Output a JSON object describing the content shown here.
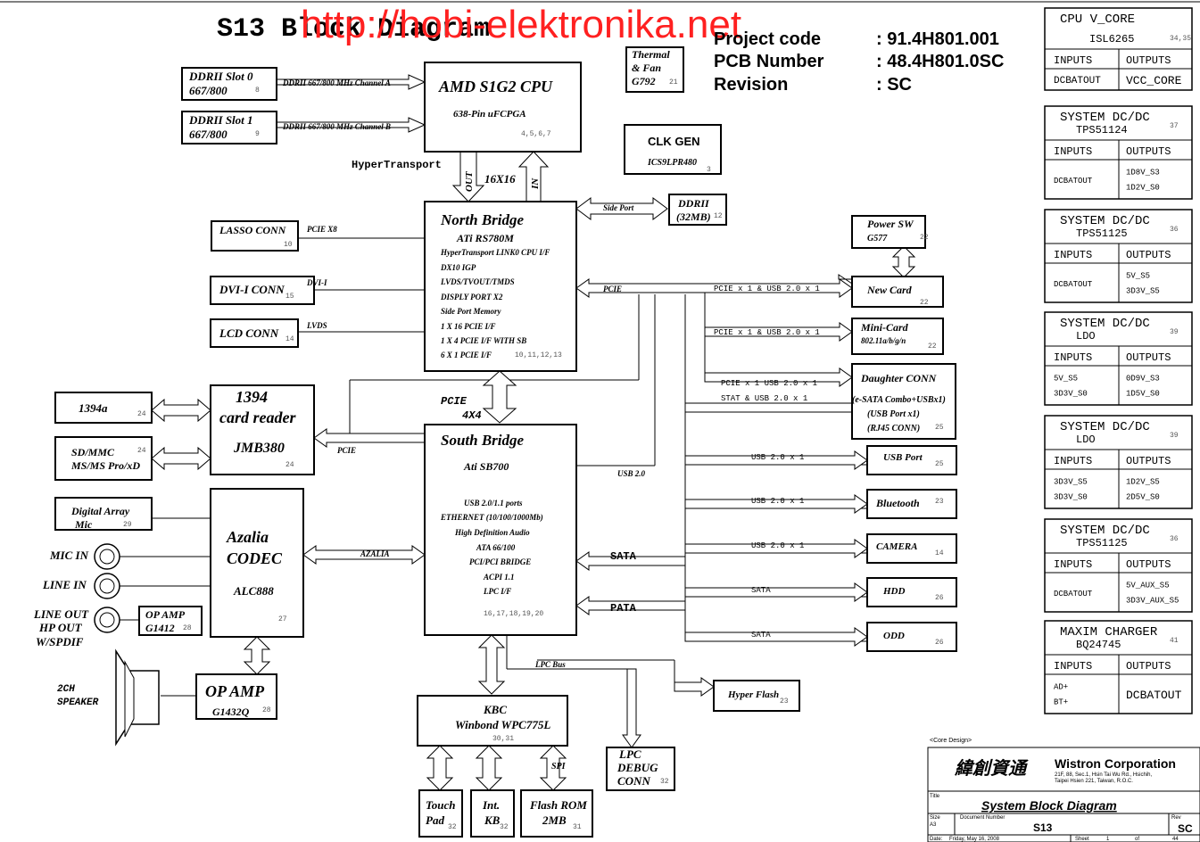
{
  "header": {
    "title": "S13 Block Diagram",
    "watermark": "http://hobi-elektronika.net",
    "project_code_label": "Project code",
    "project_code": ": 91.4H801.001",
    "pcb_label": "PCB Number",
    "pcb": ": 48.4H801.0SC",
    "revision_label": "Revision",
    "revision": ": SC"
  },
  "blocks": {
    "ddr0": {
      "l1": "DDRII    Slot 0",
      "l2": "667/800",
      "num": "8"
    },
    "ddr1": {
      "l1": "DDRII    Slot 1",
      "l2": "667/800",
      "num": "9"
    },
    "ddr_ch_a": "DDRII 667/800 MHz Channel A",
    "ddr_ch_b": "DDRII 667/800 MHz Channel B",
    "cpu": {
      "name": "AMD S1G2 CPU",
      "sub": "638-Pin  uFCPGA",
      "num": "4,5,6,7"
    },
    "thermal": {
      "l1": "Thermal",
      "l2": "& Fan",
      "l3": "G792",
      "num": "21"
    },
    "clk": {
      "name": "CLK GEN",
      "sub": "ICS9LPR480",
      "num": "3"
    },
    "ht_label": "HyperTransport",
    "out": "OUT",
    "in": "IN",
    "x16": "16X16",
    "nb": {
      "name": "North Bridge",
      "sub": "ATi  RS780M",
      "f1": "HyperTransport LINK0 CPU I/F",
      "f2": "DX10 IGP",
      "f3": "LVDS/TVOUT/TMDS",
      "f4": "DISPLY PORT X2",
      "f5": "Side Port Memory",
      "f6": "1 X 16 PCIE I/F",
      "f7": "1 X 4 PCIE I/F WITH SB",
      "f8": "6 X 1 PCIE I/F",
      "num": "10,11,12,13"
    },
    "side_port": "Side Port",
    "ddr32": {
      "l1": "DDRII",
      "l2": "(32MB)",
      "num": "12"
    },
    "lasso": {
      "name": "LASSO CONN",
      "num": "10",
      "link": "PCIE X8"
    },
    "dvi": {
      "name": "DVI-I CONN",
      "num": "15",
      "link": "DVI-I"
    },
    "lcd": {
      "name": "LCD CONN",
      "num": "14",
      "link": "LVDS"
    },
    "pcie_4x4_a": "PCIE",
    "pcie_4x4_b": "4X4",
    "pcie_nb": "PCIE",
    "sb": {
      "name": "South Bridge",
      "sub": "Ati  SB700",
      "f1": "USB 2.0/1.1 ports",
      "f2": "ETHERNET  (10/100/1000Mb)",
      "f3": "High Definition Audio",
      "f4": "ATA 66/100",
      "f5": "PCI/PCI BRIDGE",
      "f6": "ACPI 1.1",
      "f7": "LPC I/F",
      "num": "16,17,18,19,20"
    },
    "fw1394a": {
      "name": "1394a",
      "num": "24"
    },
    "cardreader": {
      "l1": "1394",
      "l2": "card reader",
      "l3": "JMB380",
      "num": "24"
    },
    "sdmmc": {
      "l1": "SD/MMC",
      "l2": "MS/MS Pro/xD",
      "num": "24"
    },
    "pcie_cr": "PCIE",
    "mic_array": {
      "l1": "Digital Array",
      "l2": "Mic",
      "num": "29"
    },
    "codec": {
      "l1": "Azalia",
      "l2": "CODEC",
      "l3": "ALC888",
      "num": "27"
    },
    "azalia_link": "AZALIA",
    "mic_in": "MIC IN",
    "line_in": "LINE IN",
    "line_out": {
      "l1": "LINE OUT",
      "l2": "HP OUT",
      "l3": "W/SPDIF"
    },
    "opamp_small": {
      "l1": "OP AMP",
      "l2": "G1412",
      "num": "28"
    },
    "opamp": {
      "l1": "OP AMP",
      "l2": "G1432Q",
      "num": "28"
    },
    "speaker": {
      "l1": "2CH",
      "l2": "SPEAKER"
    },
    "kbc": {
      "l1": "KBC",
      "l2": "Winbond WPC775L",
      "num": "30,31"
    },
    "lpc_bus": "LPC Bus",
    "hyperflash": {
      "name": "Hyper Flash",
      "num": "23"
    },
    "lpc_debug": {
      "l1": "LPC",
      "l2": "DEBUG",
      "l3": "CONN",
      "num": "32"
    },
    "touchpad": {
      "l1": "Touch",
      "l2": "Pad",
      "num": "32"
    },
    "intkb": {
      "l1": "Int.",
      "l2": "KB",
      "num": "32"
    },
    "spi": "SPI",
    "flashrom": {
      "l1": "Flash ROM",
      "l2": "2MB",
      "num": "31"
    },
    "power_sw": {
      "l1": "Power SW",
      "l2": "G577",
      "num": "22"
    },
    "new_card": {
      "name": "New Card",
      "num": "22"
    },
    "mini_card": {
      "l1": "Mini-Card",
      "l2": "802.11a/b/g/n",
      "num": "22"
    },
    "daughter": {
      "l1": "Daughter CONN",
      "l2": "(e-SATA Combo+USBx1)",
      "l3": "(USB Port x1)",
      "l4": "(RJ45 CONN)",
      "num": "25"
    },
    "usb_port": {
      "name": "USB Port",
      "num": "25"
    },
    "bluetooth": {
      "name": "Bluetooth",
      "num": "23"
    },
    "camera": {
      "name": "CAMERA",
      "num": "14"
    },
    "hdd": {
      "name": "HDD",
      "num": "26"
    },
    "odd": {
      "name": "ODD",
      "num": "26"
    },
    "bus_pcie_usb1": "PCIE x 1  & USB 2.0 x 1",
    "bus_pcie_usb2": "PCIE x 1  & USB 2.0 x 1",
    "bus_d1": "PCIE x 1  USB 2.0 x 1",
    "bus_d2": "STAT & USB 2.0 x 1",
    "bus_usb1": "USB 2.0 x 1",
    "bus_usb2": "USB 2.0 x 1",
    "bus_usb3": "USB 2.0 x 1",
    "bus_sata1": "SATA",
    "bus_sata2": "SATA",
    "usb20": "USB 2.0",
    "sata": "SATA",
    "pata": "PATA"
  },
  "power_tables": [
    {
      "t1": "CPU V_CORE",
      "t2": "ISL6265",
      "num": "34,35",
      "in_h": "INPUTS",
      "out_h": "OUTPUTS",
      "in": [
        "DCBATOUT"
      ],
      "out": [
        "VCC_CORE"
      ]
    },
    {
      "t1": "SYSTEM DC/DC",
      "t2": "TPS51124",
      "num": "37",
      "in_h": "INPUTS",
      "out_h": "OUTPUTS",
      "in": [
        "DCBATOUT"
      ],
      "out": [
        "1D8V_S3",
        "1D2V_S0"
      ]
    },
    {
      "t1": "SYSTEM DC/DC",
      "t2": "TPS51125",
      "num": "36",
      "in_h": "INPUTS",
      "out_h": "OUTPUTS",
      "in": [
        "DCBATOUT"
      ],
      "out": [
        "5V_S5",
        "3D3V_S5"
      ]
    },
    {
      "t1": "SYSTEM DC/DC",
      "t2": "LDO",
      "num": "39",
      "in_h": "INPUTS",
      "out_h": "OUTPUTS",
      "in": [
        "5V_S5",
        "3D3V_S0"
      ],
      "out": [
        "0D9V_S3",
        "1D5V_S0"
      ]
    },
    {
      "t1": "SYSTEM DC/DC",
      "t2": "LDO",
      "num": "39",
      "in_h": "INPUTS",
      "out_h": "OUTPUTS",
      "in": [
        "3D3V_S5",
        "3D3V_S0"
      ],
      "out": [
        "1D2V_S5",
        "2D5V_S0"
      ]
    },
    {
      "t1": "SYSTEM DC/DC",
      "t2": "TPS51125",
      "num": "36",
      "in_h": "INPUTS",
      "out_h": "OUTPUTS",
      "in": [
        "DCBATOUT"
      ],
      "out": [
        "5V_AUX_S5",
        "3D3V_AUX_S5"
      ]
    },
    {
      "t1": "MAXIM CHARGER",
      "t2": "BQ24745",
      "num": "41",
      "in_h": "INPUTS",
      "out_h": "OUTPUTS",
      "in": [
        "AD+",
        "BT+"
      ],
      "out": [
        "DCBATOUT"
      ]
    }
  ],
  "title_block": {
    "core_design": "<Core Design>",
    "chinese": "緯創資通",
    "company": "Wistron Corporation",
    "addr1": "21F, 88, Sec.1, Hsin Tai Wu Rd., Hsichih,",
    "addr2": "Taipei Hsien 221, Taiwan, R.O.C.",
    "title_label": "Title",
    "title": "System Block Diagram",
    "size_label": "Size",
    "size": "A3",
    "docnum_label": "Document Number",
    "docnum": "S13",
    "rev_label": "Rev",
    "rev": "SC",
    "date_label": "Date:",
    "date": "Friday, May 16, 2008",
    "sheet_label": "Sheet",
    "sheet": "1",
    "of_label": "of",
    "of": "44"
  }
}
